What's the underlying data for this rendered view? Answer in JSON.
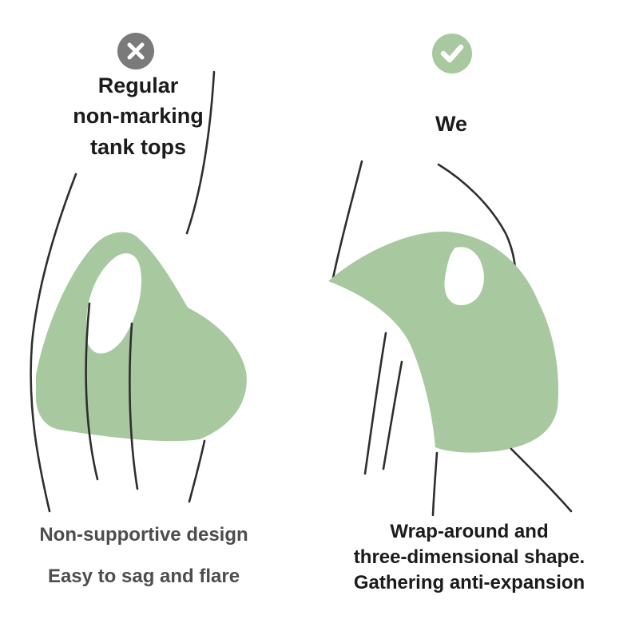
{
  "colors": {
    "page_bg": "#ffffff",
    "accent_green": "#a8c8a0",
    "badge_gray": "#7a7a7a",
    "text_dark": "#1b1b1b",
    "text_gray": "#4d4d4d",
    "line": "#2e2e2e"
  },
  "left_panel": {
    "badge_icon": "x-icon",
    "title": "Regular\nnon-marking\ntank tops",
    "caption_1": "Non-supportive design",
    "caption_2": "Easy to sag and flare",
    "illustration_label": "side-view torso wearing regular tank top with sagging cup"
  },
  "right_panel": {
    "badge_icon": "check-icon",
    "title": "We",
    "caption": "Wrap-around and\nthree-dimensional shape.\nGathering anti-expansion",
    "illustration_label": "side-view torso wearing wrap-around three-dimensional top"
  }
}
